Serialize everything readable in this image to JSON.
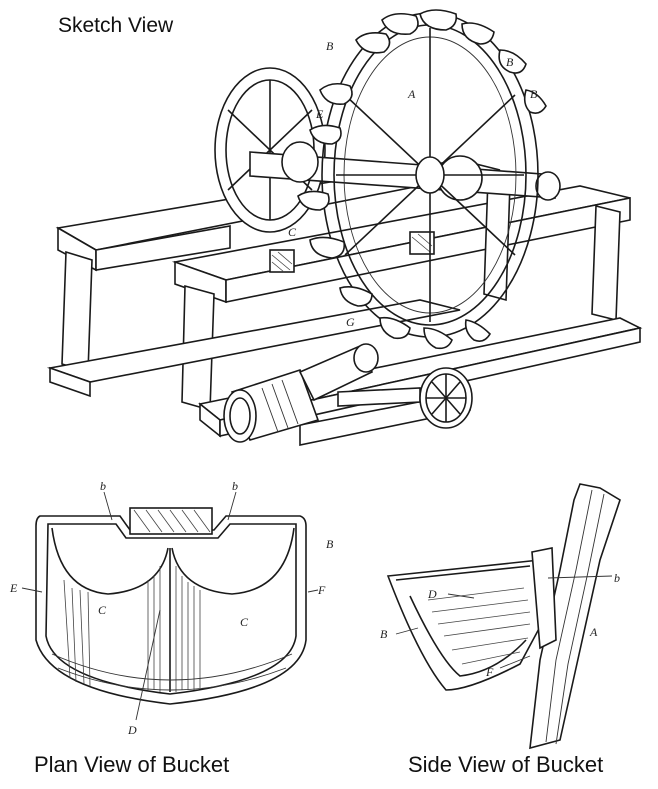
{
  "captions": {
    "sketch": "Sketch View",
    "plan": "Plan View of Bucket",
    "side": "Side View of Bucket"
  },
  "labels": {
    "A_wheel": "A",
    "B_top1": "B",
    "B_top2": "B",
    "B_top3": "B",
    "E_left": "E",
    "C_hub": "C",
    "G_bottom": "G",
    "b_plan_left": "b",
    "b_plan_right": "b",
    "B_plan": "B",
    "E_plan": "E",
    "F_plan": "F",
    "C_plan_left": "C",
    "C_plan_right": "C",
    "D_plan": "D",
    "D_side": "D",
    "b_side": "b",
    "B_side": "B",
    "F_side": "F",
    "A_side": "A"
  },
  "colors": {
    "ink": "#1a1a1a",
    "paper": "#ffffff"
  }
}
